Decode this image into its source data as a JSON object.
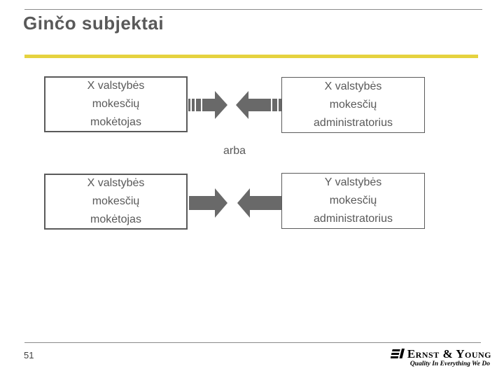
{
  "slide": {
    "title": "Ginčo subjektai",
    "connector_label": "arba",
    "page_number": "51",
    "rows": [
      {
        "arrow_style": "striped",
        "left_box": "X valstybės\nmokesčių\nmokėtojas",
        "right_box": "X valstybės\nmokesčių\nadministratorius"
      },
      {
        "arrow_style": "plain",
        "left_box": "X valstybės\nmokesčių\nmokėtojas",
        "right_box": "Y valstybės\nmokesčių\nadministratorius"
      }
    ],
    "footer": {
      "logo_name": "Ernst & Young",
      "logo_tagline": "Quality In Everything We Do"
    },
    "colors": {
      "title": "#595959",
      "box_text": "#595959",
      "box_border": "#5a5a5a",
      "arrow": "#696969",
      "accent_line": "#e5d23f",
      "separator": "#8a8a8a"
    }
  }
}
